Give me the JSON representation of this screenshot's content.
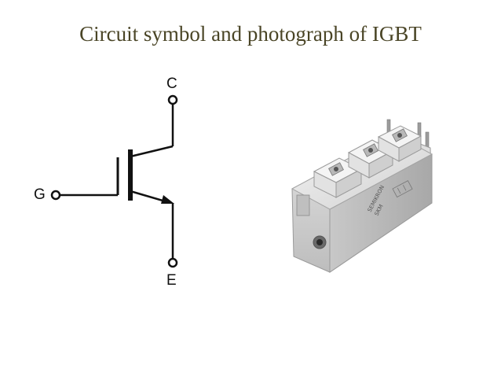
{
  "slide": {
    "title": "Circuit symbol and photograph of  IGBT"
  },
  "symbol": {
    "label_collector": "C",
    "label_gate": "G",
    "label_emitter": "E"
  },
  "photo": {
    "marking_1": "SEMIKRON",
    "marking_2": "SKM"
  },
  "colors": {
    "title": "#4a4526",
    "line": "#111111",
    "module_body": "#dcdcdc"
  }
}
